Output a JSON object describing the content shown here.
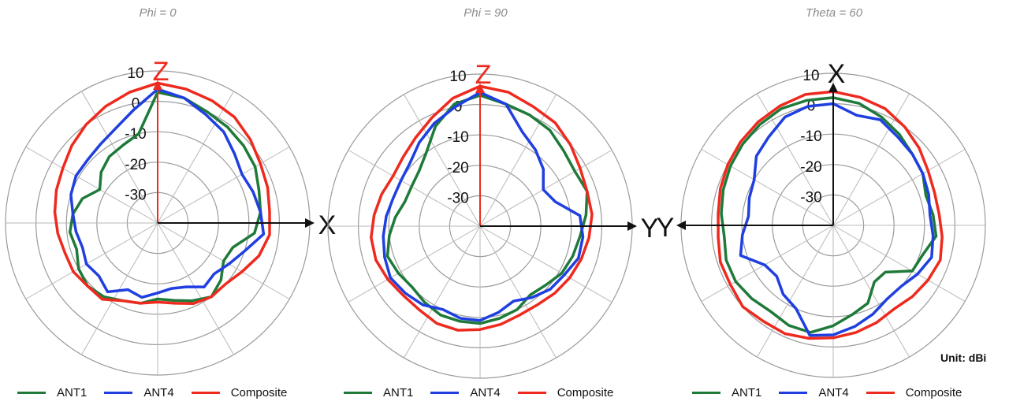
{
  "unit_label": "Unit: dBi",
  "colors": {
    "ANT1": "#1f7a3a",
    "ANT4": "#1f3fe0",
    "Composite": "#ee2a1e"
  },
  "chart_data": [
    {
      "type": "polar-line",
      "title": "Phi = 0",
      "axis_top": "Z",
      "axis_side": "X",
      "radial_ticks": [
        "10",
        "0",
        "-10",
        "-20",
        "-30"
      ],
      "r_range": [
        -40,
        10
      ],
      "grid": true,
      "legend": "bottom",
      "series": [
        {
          "name": "ANT1",
          "values_dbi": [
            3,
            2,
            0,
            -1,
            -2,
            -3,
            -5,
            -6,
            -8,
            -14,
            -15,
            -12,
            -10,
            -12,
            -14,
            -15,
            -13,
            -12,
            -10,
            -9,
            -10,
            -12,
            -11,
            -12,
            -14,
            -18,
            -15,
            -13,
            -12,
            -10
          ]
        },
        {
          "name": "ANT4",
          "values_dbi": [
            4,
            2,
            -1,
            -3,
            -6,
            -8,
            -7,
            -6,
            -5,
            -10,
            -13,
            -15,
            -14,
            -17,
            -18,
            -17,
            -15,
            -16,
            -12,
            -14,
            -13,
            -14,
            -13,
            -12,
            -10,
            -9,
            -9,
            -8,
            -6,
            -2
          ]
        },
        {
          "name": "Composite",
          "values_dbi": [
            6,
            5,
            4,
            3,
            1,
            -1,
            -2,
            -3,
            -3,
            -5,
            -8,
            -10,
            -10,
            -11,
            -13,
            -14,
            -13,
            -12,
            -9,
            -9,
            -8,
            -8,
            -7,
            -6,
            -5,
            -4,
            -2,
            0,
            2,
            4
          ]
        }
      ]
    },
    {
      "type": "polar-line",
      "title": "Phi = 90",
      "axis_top": "Z",
      "axis_side": "Y",
      "radial_ticks": [
        "10",
        "0",
        "-10",
        "-20",
        "-30"
      ],
      "r_range": [
        -40,
        10
      ],
      "grid": true,
      "legend": "bottom",
      "series": [
        {
          "name": "ANT1",
          "values_dbi": [
            3,
            1,
            0,
            -1,
            -3,
            -4,
            -3,
            -5,
            -7,
            -8,
            -9,
            -11,
            -12,
            -10,
            -9,
            -8,
            -8,
            -8,
            -9,
            -10,
            -9,
            -8,
            -10,
            -12,
            -14,
            -14,
            -13,
            -10,
            -4,
            1
          ]
        },
        {
          "name": "ANT4",
          "values_dbi": [
            4,
            1,
            -6,
            -9,
            -12,
            -16,
            -14,
            -7,
            -6,
            -6,
            -8,
            -9,
            -11,
            -13,
            -11,
            -9,
            -9,
            -10,
            -8,
            -7,
            -6,
            -7,
            -8,
            -9,
            -10,
            -10,
            -9,
            -6,
            -3,
            0
          ]
        },
        {
          "name": "Composite",
          "values_dbi": [
            6,
            5,
            3,
            2,
            0,
            -2,
            -3,
            -3,
            -4,
            -5,
            -6,
            -7,
            -8,
            -8,
            -7,
            -6,
            -5,
            -5,
            -6,
            -6,
            -5,
            -4,
            -4,
            -5,
            -6,
            -7,
            -6,
            -4,
            -1,
            3
          ]
        }
      ]
    },
    {
      "type": "polar-line",
      "title": "Theta = 60",
      "axis_top": "X",
      "axis_side": "Y",
      "radial_ticks": [
        "10",
        "0",
        "-10",
        "-20",
        "-30"
      ],
      "r_range": [
        -40,
        10
      ],
      "grid": true,
      "legend": "bottom",
      "series": [
        {
          "name": "ANT1",
          "values_dbi": [
            2,
            1,
            -1,
            -3,
            -5,
            -6,
            -8,
            -7,
            -6,
            -9,
            -10,
            -17,
            -17,
            -12,
            -10,
            -7,
            -4,
            -4,
            -5,
            -4,
            -3,
            -3,
            -4,
            -3,
            -2,
            -1,
            0,
            1,
            2,
            2
          ]
        },
        {
          "name": "ANT4",
          "values_dbi": [
            0,
            -3,
            -2,
            -4,
            -5,
            -6,
            -7,
            -8,
            -7,
            -6,
            -8,
            -10,
            -10,
            -8,
            -6,
            -4,
            -3,
            -10,
            -12,
            -15,
            -14,
            -8,
            -10,
            -12,
            -11,
            -10,
            -6,
            -4,
            -1,
            0
          ]
        },
        {
          "name": "Composite",
          "values_dbi": [
            4,
            3,
            2,
            0,
            -2,
            -4,
            -5,
            -5,
            -4,
            -3,
            -4,
            -5,
            -6,
            -5,
            -4,
            -3,
            -2,
            -1,
            -1,
            0,
            -1,
            -1,
            -2,
            -2,
            -1,
            0,
            1,
            2,
            3,
            4
          ]
        }
      ]
    }
  ]
}
